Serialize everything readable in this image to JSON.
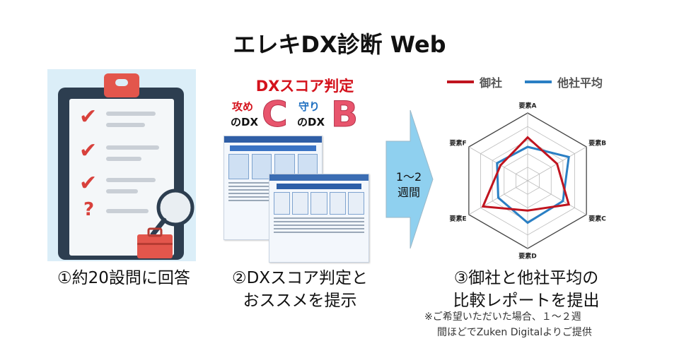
{
  "title": "エレキDX診断 Web",
  "steps": [
    {
      "caption": "①約20設問に回答"
    },
    {
      "caption_line1": "②DXスコア判定と",
      "caption_line2": "おススメを提示"
    },
    {
      "caption_line1": "③御社と他社平均の",
      "caption_line2": "比較レポートを提出"
    }
  ],
  "score": {
    "heading": "DXスコア判定",
    "offense_label": "攻め",
    "offense_dx": "のDX",
    "offense_grade": "C",
    "defense_label": "守り",
    "defense_dx": "のDX",
    "defense_grade": "B"
  },
  "arrow": {
    "line1": "1～2",
    "line2": "週間"
  },
  "note": {
    "line1": "※ご希望いただいた場合、１～２週",
    "line2": "間ほどでZuken Digitalよりご提供"
  },
  "colors": {
    "ours": "#c0141f",
    "average": "#2a7fc4",
    "arrow": "#8fd0ef",
    "grade": "#e8556d"
  },
  "chart_data": {
    "type": "radar",
    "axes": [
      "要素A",
      "要素B",
      "要素C",
      "要素D",
      "要素E",
      "要素F"
    ],
    "range": [
      0,
      5
    ],
    "series": [
      {
        "name": "御社",
        "values": [
          3.2,
          2.5,
          3.5,
          2.2,
          3.8,
          2.3
        ]
      },
      {
        "name": "他社平均",
        "values": [
          2.5,
          3.5,
          3.0,
          3.1,
          2.5,
          2.6
        ]
      }
    ],
    "legend_position": "top"
  }
}
